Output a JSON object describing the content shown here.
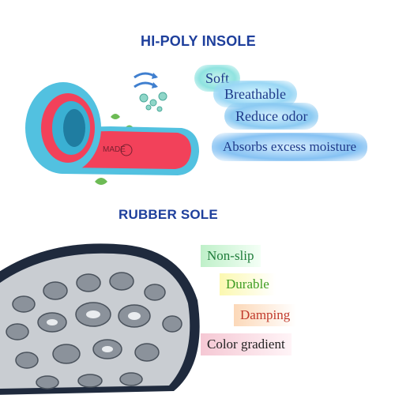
{
  "insole": {
    "heading": "HI-POLY INSOLE",
    "print": "MADE",
    "features": [
      "Soft",
      "Breathable",
      "Reduce odor",
      "Absorbs excess moisture"
    ]
  },
  "sole": {
    "heading": "RUBBER SOLE",
    "features": [
      "Non-slip",
      "Durable",
      "Damping",
      "Color gradient"
    ]
  },
  "colors": {
    "heading": "#1e3f9c",
    "insole_top": "#f2415a",
    "insole_foam": "#52c1e0"
  }
}
